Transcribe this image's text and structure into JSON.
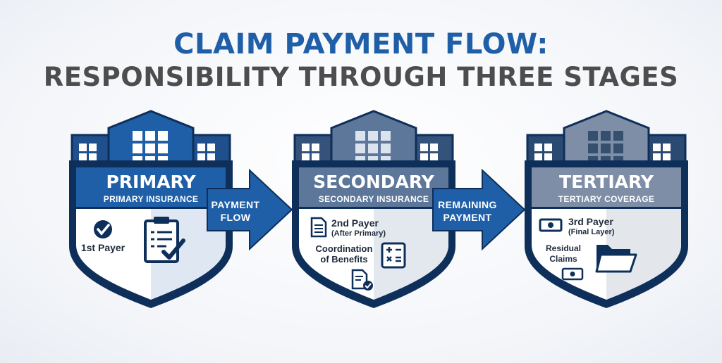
{
  "title": {
    "line1": "CLAIM PAYMENT FLOW:",
    "line2": "RESPONSIBILITY THROUGH THREE STAGES"
  },
  "colors": {
    "primary_blue": "#1f5fa8",
    "secondary_slate": "#5c7799",
    "tertiary_gray": "#7d8ea6",
    "navy_outline": "#0e2f5a",
    "title_gray": "#4d4d4d"
  },
  "stages": [
    {
      "name": "PRIMARY",
      "subtitle": "PRIMARY INSURANCE",
      "payer": "1st Payer",
      "icons": [
        "building-icon",
        "checkmark-circle-icon",
        "clipboard-check-icon"
      ]
    },
    {
      "name": "SECONDARY",
      "subtitle": "SECONDARY INSURANCE",
      "payer": "2nd Payer",
      "payer_note": "(After Primary)",
      "detail_line1": "Coordination",
      "detail_line2": "of Benefits",
      "icons": [
        "building-icon",
        "document-icon",
        "calculator-icon",
        "document-check-icon"
      ]
    },
    {
      "name": "TERTIARY",
      "subtitle": "TERTIARY COVERAGE",
      "payer": "3rd Payer",
      "payer_note": "(Final Layer)",
      "detail_line1": "Residual",
      "detail_line2": "Claims",
      "icons": [
        "building-icon",
        "money-bill-icon",
        "folder-icon"
      ]
    }
  ],
  "arrows": [
    {
      "line1": "PAYMENT",
      "line2": "FLOW"
    },
    {
      "line1": "REMAINING",
      "line2": "PAYMENT"
    }
  ]
}
